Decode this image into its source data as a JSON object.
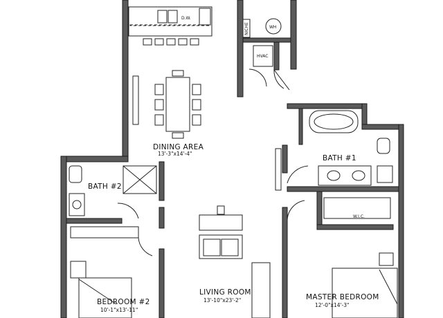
{
  "rooms": {
    "dining": {
      "name": "DINING AREA",
      "dims": "13'-3\"x14'-4\""
    },
    "bath2": {
      "name": "BATH #2"
    },
    "bath1": {
      "name": "BATH #1"
    },
    "bedroom2": {
      "name": "BEDROOM #2",
      "dims": "10'-1\"x13'-11\""
    },
    "living": {
      "name": "LIVING ROOM",
      "dims": "13'-10\"x23'-2\""
    },
    "master": {
      "name": "MASTER BEDROOM",
      "dims": "12'-0\"x14'-3\""
    },
    "wic": {
      "name": "W.I.C."
    }
  },
  "fixtures": {
    "dishwasher": "D.W.",
    "water_heater": "WH",
    "hvac": "HVAC",
    "niche": "NICHE"
  }
}
